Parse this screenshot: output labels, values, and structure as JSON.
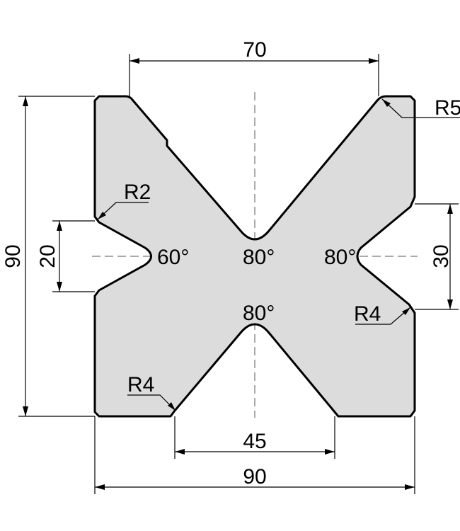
{
  "drawing": {
    "top_opening_width": "70",
    "overall_height": "90",
    "left_opening_height": "20",
    "right_opening_height": "30",
    "bottom_opening_width": "45",
    "overall_width": "90",
    "radius_top_right": "R5",
    "radius_left": "R2",
    "radius_right": "R4",
    "radius_bottom": "R4",
    "angle_left": "60°",
    "angle_top": "80°",
    "angle_right": "80°",
    "angle_bottom": "80°"
  },
  "colors": {
    "body_fill": "#dcdcdc",
    "line": "#000000",
    "centerline": "#555555"
  }
}
